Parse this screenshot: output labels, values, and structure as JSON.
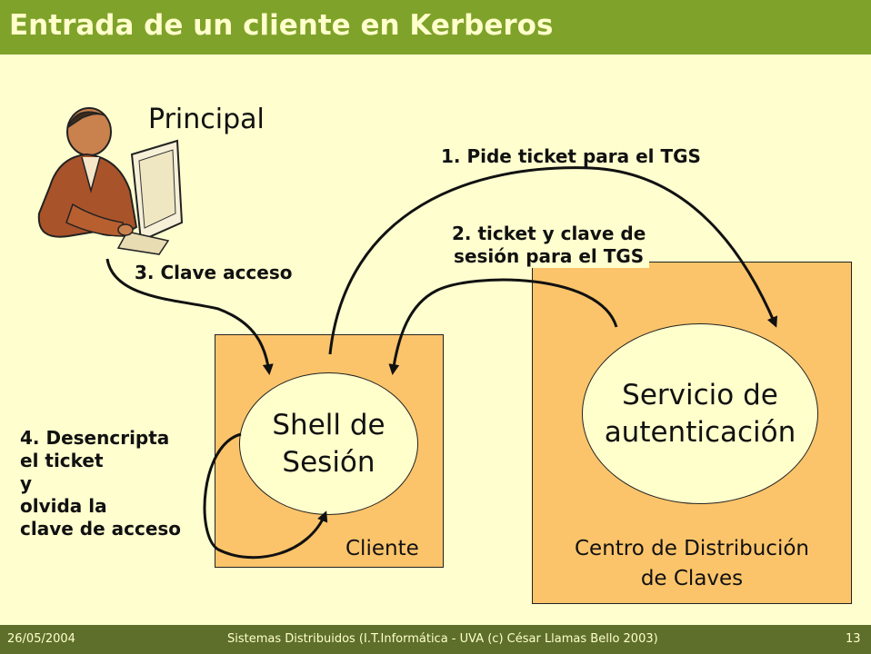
{
  "title": "Entrada de un cliente en Kerberos",
  "principal_label": "Principal",
  "step1": "1. Pide ticket para el TGS",
  "step2": "2. ticket y clave de\nsesión para el TGS",
  "step3": "3. Clave acceso",
  "step4": "4. Desencripta\nel ticket\ny\nolvida la\nclave de acceso",
  "shell_label": "Shell de\nSesión",
  "auth_label": "Servicio de\nautenticación",
  "cliente_label": "Cliente",
  "kdc_label": "Centro de Distribución\nde Claves",
  "footer": {
    "date": "26/05/2004",
    "course": "Sistemas Distribuidos (I.T.Informática - UVA (c) César Llamas Bello 2003)",
    "page": "13"
  },
  "icons": [
    "person-at-computer-icon"
  ],
  "colors": {
    "title_bar": "#7fa22a",
    "background": "#fefecf",
    "box": "#fbc46a",
    "footer": "#5d6f2a"
  }
}
